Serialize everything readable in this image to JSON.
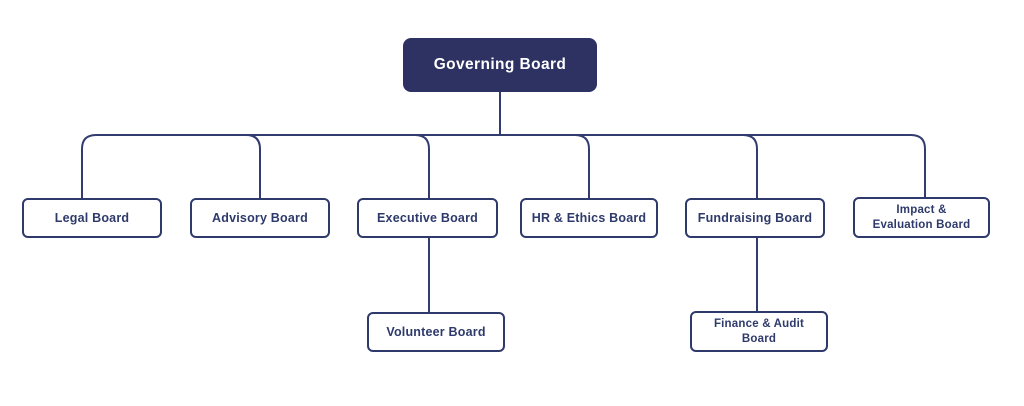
{
  "diagram": {
    "type": "org-chart",
    "title": "Board structure organizational chart",
    "colors": {
      "background": "#ffffff",
      "root_fill": "#2e3263",
      "root_text": "#ffffff",
      "child_fill": "#ffffff",
      "child_border": "#2e3a6b",
      "child_text": "#2e3a6b",
      "connector": "#333c6e"
    },
    "root": {
      "id": "governing",
      "label": "Governing Board"
    },
    "level2": [
      {
        "id": "legal",
        "label": "Legal Board",
        "parent": "governing"
      },
      {
        "id": "advisory",
        "label": "Advisory Board",
        "parent": "governing"
      },
      {
        "id": "executive",
        "label": "Executive Board",
        "parent": "governing"
      },
      {
        "id": "hr",
        "label": "HR & Ethics Board",
        "parent": "governing"
      },
      {
        "id": "fundraising",
        "label": "Fundraising Board",
        "parent": "governing"
      },
      {
        "id": "impact",
        "label": "Impact & Evaluation Board",
        "parent": "governing"
      }
    ],
    "level3": [
      {
        "id": "volunteer",
        "label": "Volunteer Board",
        "parent": "executive"
      },
      {
        "id": "finance",
        "label": "Finance & Audit Board",
        "parent": "fundraising"
      }
    ]
  }
}
